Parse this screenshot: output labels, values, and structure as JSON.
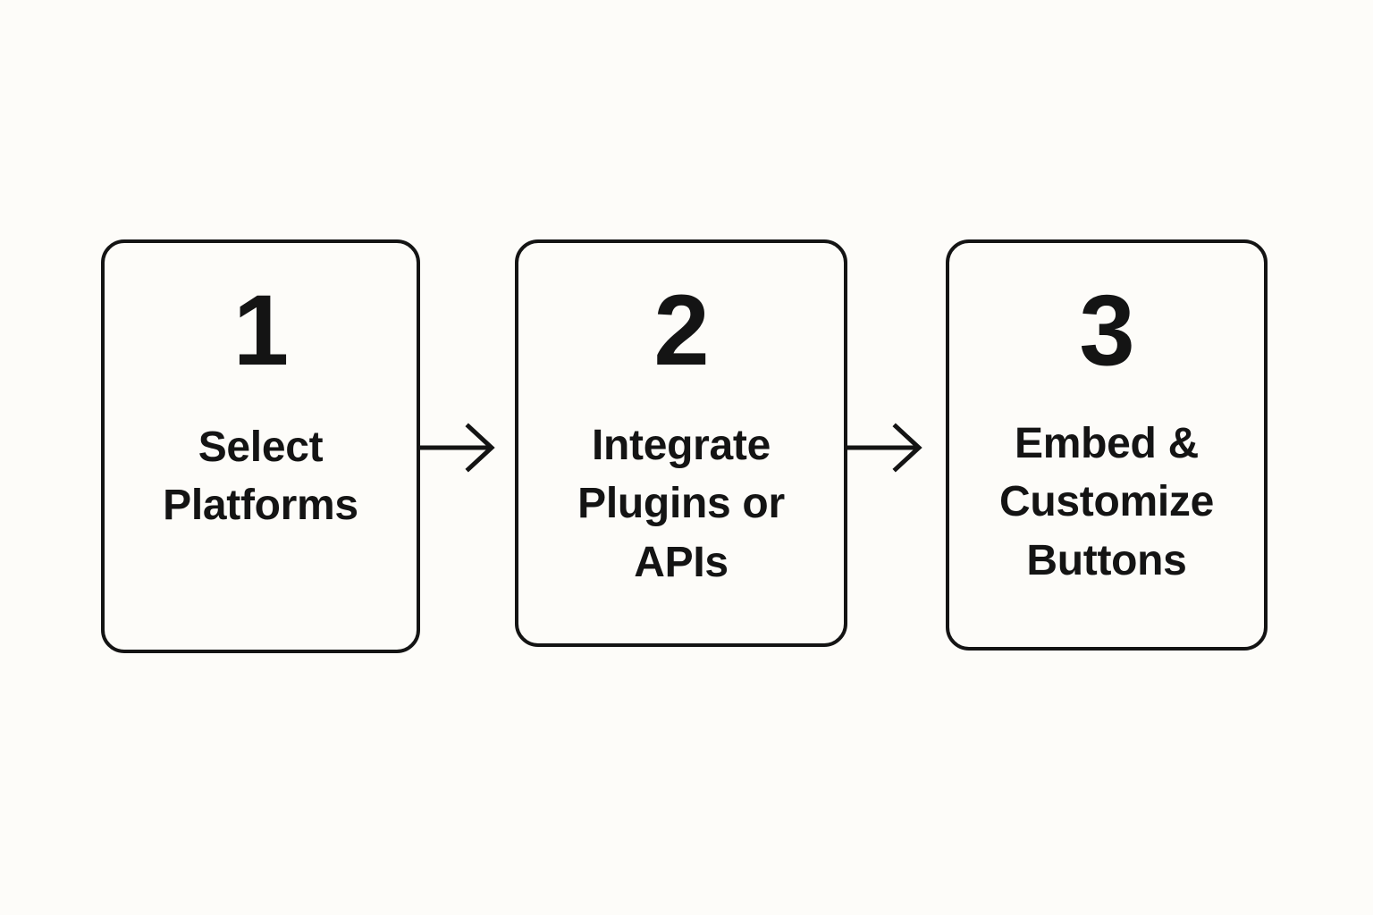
{
  "diagram": {
    "type": "process-flow",
    "orientation": "horizontal",
    "background_color": "#fdfcf9",
    "stroke_color": "#141414",
    "text_color": "#141414",
    "steps": [
      {
        "number": "1",
        "label": "Select Platforms",
        "label_lines": [
          "Select",
          "Platforms"
        ]
      },
      {
        "number": "2",
        "label": "Integrate Plugins or APIs",
        "label_lines": [
          "Integrate",
          "Plugins or",
          "APIs"
        ]
      },
      {
        "number": "3",
        "label": "Embed & Customize Buttons",
        "label_lines": [
          "Embed &",
          "Customize",
          "Buttons"
        ]
      }
    ],
    "connectors": [
      {
        "from": "1",
        "to": "2",
        "icon": "arrow-right-icon"
      },
      {
        "from": "2",
        "to": "3",
        "icon": "arrow-right-icon"
      }
    ]
  }
}
